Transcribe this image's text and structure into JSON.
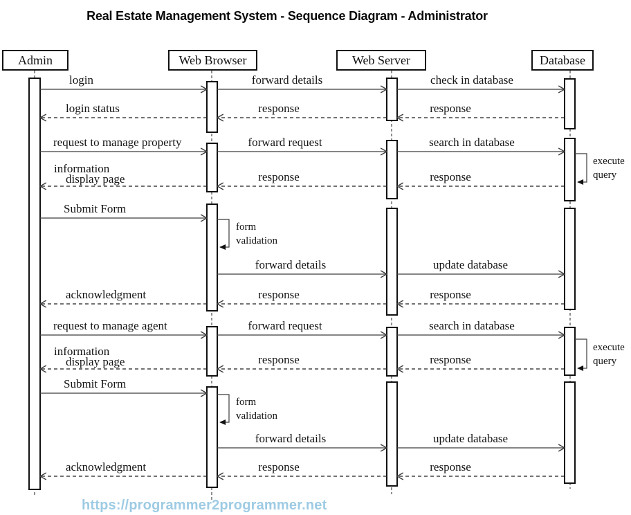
{
  "title": "Real Estate Management System - Sequence Diagram - Administrator",
  "footer": {
    "url": "https://programmer2programmer.net"
  },
  "colors": {
    "line": "#3c3c3c",
    "dashed_line": "#1f1f1f",
    "text": "#141414",
    "footer_link": "#9ecbe4",
    "box_border": "#111111"
  },
  "actors": [
    {
      "id": "admin",
      "label": "Admin"
    },
    {
      "id": "browser",
      "label": "Web Browser"
    },
    {
      "id": "server",
      "label": "Web Server"
    },
    {
      "id": "database",
      "label": "Database"
    }
  ],
  "messages": [
    {
      "from": "admin",
      "to": "browser",
      "type": "solid",
      "lines": [
        "login"
      ]
    },
    {
      "from": "browser",
      "to": "server",
      "type": "solid",
      "lines": [
        "forward details"
      ]
    },
    {
      "from": "server",
      "to": "database",
      "type": "solid",
      "lines": [
        "check in database"
      ]
    },
    {
      "from": "browser",
      "to": "admin",
      "type": "dashed",
      "lines": [
        "login status"
      ]
    },
    {
      "from": "server",
      "to": "browser",
      "type": "dashed",
      "lines": [
        "response"
      ]
    },
    {
      "from": "database",
      "to": "server",
      "type": "dashed",
      "lines": [
        "response"
      ]
    },
    {
      "from": "admin",
      "to": "browser",
      "type": "solid",
      "lines": [
        "request to manage property"
      ]
    },
    {
      "from": "browser",
      "to": "server",
      "type": "solid",
      "lines": [
        "forward request"
      ]
    },
    {
      "from": "server",
      "to": "database",
      "type": "solid",
      "lines": [
        "search in database"
      ]
    },
    {
      "from": "database",
      "to": "database",
      "type": "self",
      "lines": [
        "execute",
        "query"
      ]
    },
    {
      "from": "browser",
      "to": "admin",
      "type": "dashed",
      "lines": [
        "information",
        "display page"
      ]
    },
    {
      "from": "server",
      "to": "browser",
      "type": "dashed",
      "lines": [
        "response"
      ]
    },
    {
      "from": "database",
      "to": "server",
      "type": "dashed",
      "lines": [
        "response"
      ]
    },
    {
      "from": "admin",
      "to": "browser",
      "type": "solid",
      "lines": [
        "Submit Form"
      ]
    },
    {
      "from": "browser",
      "to": "browser",
      "type": "self",
      "lines": [
        "form",
        "validation"
      ]
    },
    {
      "from": "browser",
      "to": "server",
      "type": "solid",
      "lines": [
        "forward details"
      ]
    },
    {
      "from": "server",
      "to": "database",
      "type": "solid",
      "lines": [
        "update database"
      ]
    },
    {
      "from": "browser",
      "to": "admin",
      "type": "dashed",
      "lines": [
        "acknowledgment"
      ]
    },
    {
      "from": "server",
      "to": "browser",
      "type": "dashed",
      "lines": [
        "response"
      ]
    },
    {
      "from": "database",
      "to": "server",
      "type": "dashed",
      "lines": [
        "response"
      ]
    },
    {
      "from": "admin",
      "to": "browser",
      "type": "solid",
      "lines": [
        "request to manage agent"
      ]
    },
    {
      "from": "browser",
      "to": "server",
      "type": "solid",
      "lines": [
        "forward request"
      ]
    },
    {
      "from": "server",
      "to": "database",
      "type": "solid",
      "lines": [
        "search in database"
      ]
    },
    {
      "from": "database",
      "to": "database",
      "type": "self",
      "lines": [
        "execute",
        "query"
      ]
    },
    {
      "from": "browser",
      "to": "admin",
      "type": "dashed",
      "lines": [
        "information",
        "display page"
      ]
    },
    {
      "from": "server",
      "to": "browser",
      "type": "dashed",
      "lines": [
        "response"
      ]
    },
    {
      "from": "database",
      "to": "server",
      "type": "dashed",
      "lines": [
        "response"
      ]
    },
    {
      "from": "admin",
      "to": "browser",
      "type": "solid",
      "lines": [
        "Submit Form"
      ]
    },
    {
      "from": "browser",
      "to": "browser",
      "type": "self",
      "lines": [
        "form",
        "validation"
      ]
    },
    {
      "from": "browser",
      "to": "server",
      "type": "solid",
      "lines": [
        "forward details"
      ]
    },
    {
      "from": "server",
      "to": "database",
      "type": "solid",
      "lines": [
        "update database"
      ]
    },
    {
      "from": "browser",
      "to": "admin",
      "type": "dashed",
      "lines": [
        "acknowledgment"
      ]
    },
    {
      "from": "server",
      "to": "browser",
      "type": "dashed",
      "lines": [
        "response"
      ]
    },
    {
      "from": "database",
      "to": "server",
      "type": "dashed",
      "lines": [
        "response"
      ]
    }
  ]
}
